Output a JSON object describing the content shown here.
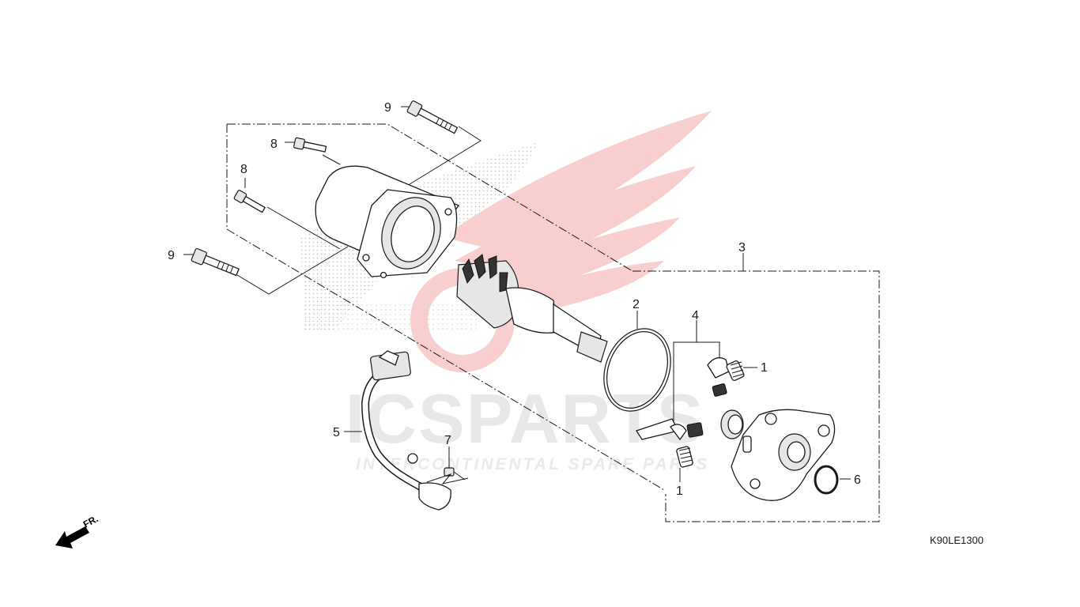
{
  "watermark": {
    "brand": "ICSPARTS",
    "tagline": "INTERCONTINENTAL SPARE PARTS",
    "brand_colors": [
      "#d32f2f",
      "#9e9e9e"
    ]
  },
  "callouts": {
    "c1a": "1",
    "c1b": "1",
    "c2": "2",
    "c3": "3",
    "c4": "4",
    "c5": "5",
    "c6": "6",
    "c7": "7",
    "c8a": "8",
    "c8b": "8",
    "c9a": "9",
    "c9b": "9"
  },
  "front_indicator": "FR.",
  "reference_code": "K90LE1300"
}
